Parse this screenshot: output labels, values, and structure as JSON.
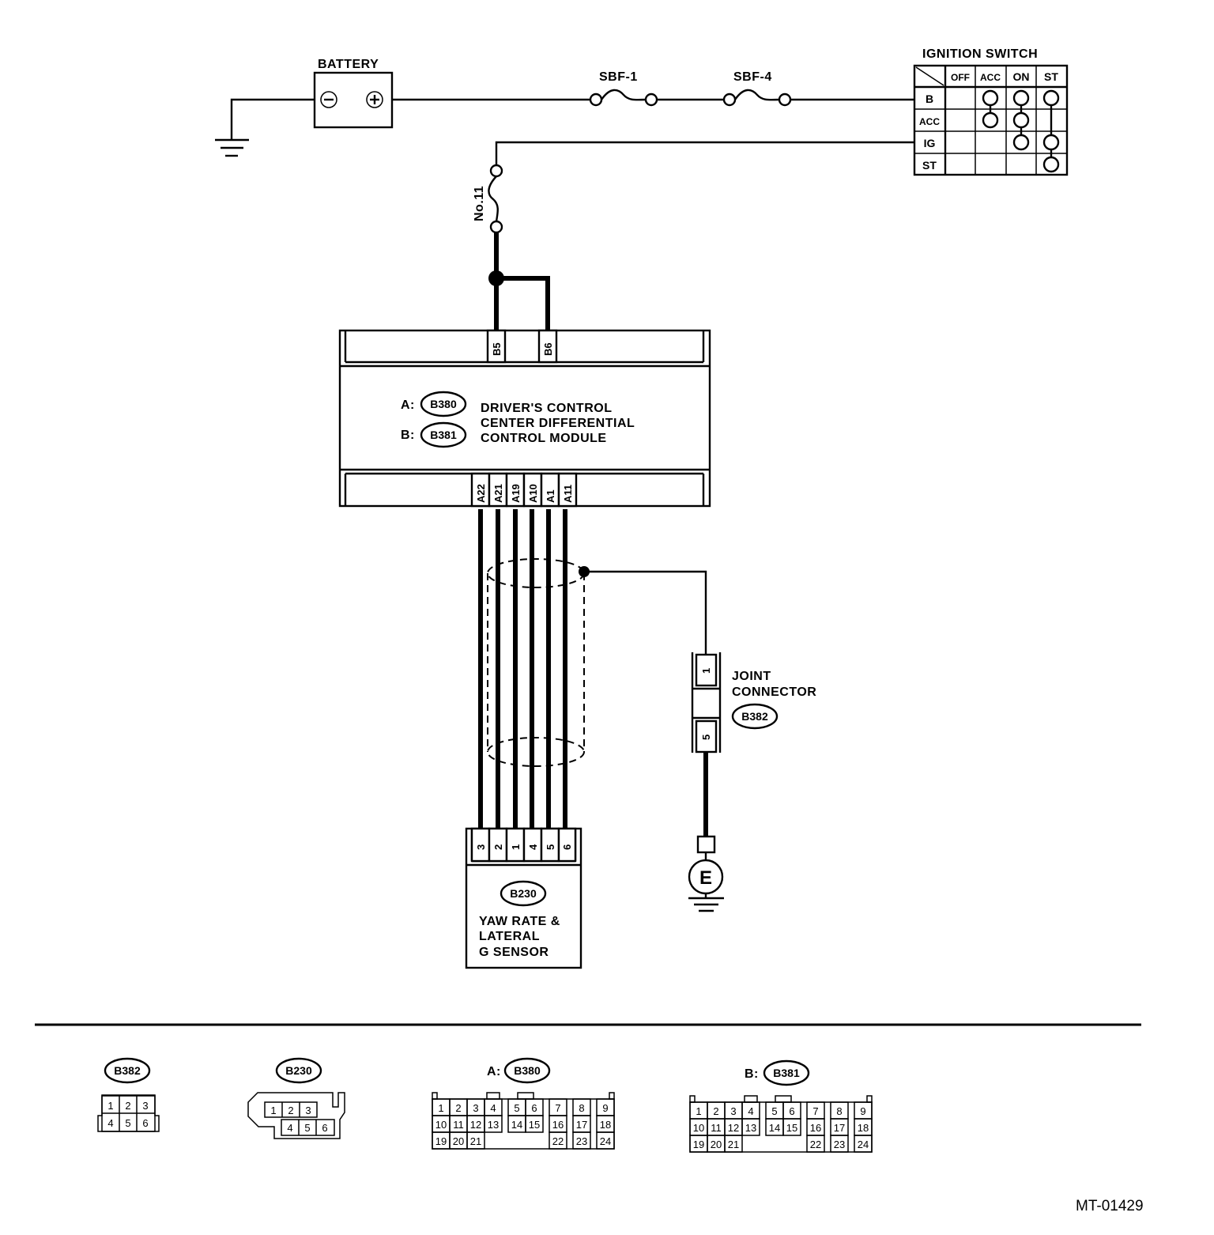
{
  "battery": {
    "label": "BATTERY",
    "minus": "⊖",
    "plus": "⊕"
  },
  "fuses": {
    "sbf1": "SBF-1",
    "sbf4": "SBF-4",
    "no11": "No.11"
  },
  "ignition_switch": {
    "title": "IGNITION SWITCH",
    "columns": [
      "OFF",
      "ACC",
      "ON",
      "ST"
    ],
    "rows": [
      "B",
      "ACC",
      "IG",
      "ST"
    ]
  },
  "module": {
    "conn_a_prefix": "A:",
    "conn_a": "B380",
    "conn_b_prefix": "B:",
    "conn_b": "B381",
    "name_lines": [
      "DRIVER'S CONTROL",
      "CENTER DIFFERENTIAL",
      "CONTROL MODULE"
    ],
    "top_pins": [
      "B5",
      "B6"
    ],
    "bottom_pins": [
      "A22",
      "A21",
      "A19",
      "A10",
      "A1",
      "A11"
    ]
  },
  "joint_connector": {
    "name_lines": [
      "JOINT",
      "CONNECTOR"
    ],
    "code": "B382",
    "pin_top": "1",
    "pin_bottom": "5"
  },
  "ground": {
    "label": "E"
  },
  "sensor": {
    "code": "B230",
    "pins": [
      "3",
      "2",
      "1",
      "4",
      "5",
      "6"
    ],
    "name_lines": [
      "YAW RATE &",
      "LATERAL",
      "G SENSOR"
    ]
  },
  "connector_views": {
    "b382": {
      "code": "B382",
      "pins": [
        "1",
        "2",
        "3",
        "4",
        "5",
        "6"
      ]
    },
    "b230": {
      "code": "B230",
      "pins": [
        "1",
        "2",
        "3",
        "4",
        "5",
        "6"
      ]
    },
    "b380": {
      "prefix": "A:",
      "code": "B380",
      "pins": [
        "1",
        "2",
        "3",
        "4",
        "5",
        "6",
        "7",
        "8",
        "9",
        "10",
        "11",
        "12",
        "13",
        "14",
        "15",
        "16",
        "17",
        "18",
        "19",
        "20",
        "21",
        "22",
        "23",
        "24"
      ]
    },
    "b381": {
      "prefix": "B:",
      "code": "B381",
      "pins": [
        "1",
        "2",
        "3",
        "4",
        "5",
        "6",
        "7",
        "8",
        "9",
        "10",
        "11",
        "12",
        "13",
        "14",
        "15",
        "16",
        "17",
        "18",
        "19",
        "20",
        "21",
        "22",
        "23",
        "24"
      ]
    }
  },
  "figure_id": "MT-01429"
}
